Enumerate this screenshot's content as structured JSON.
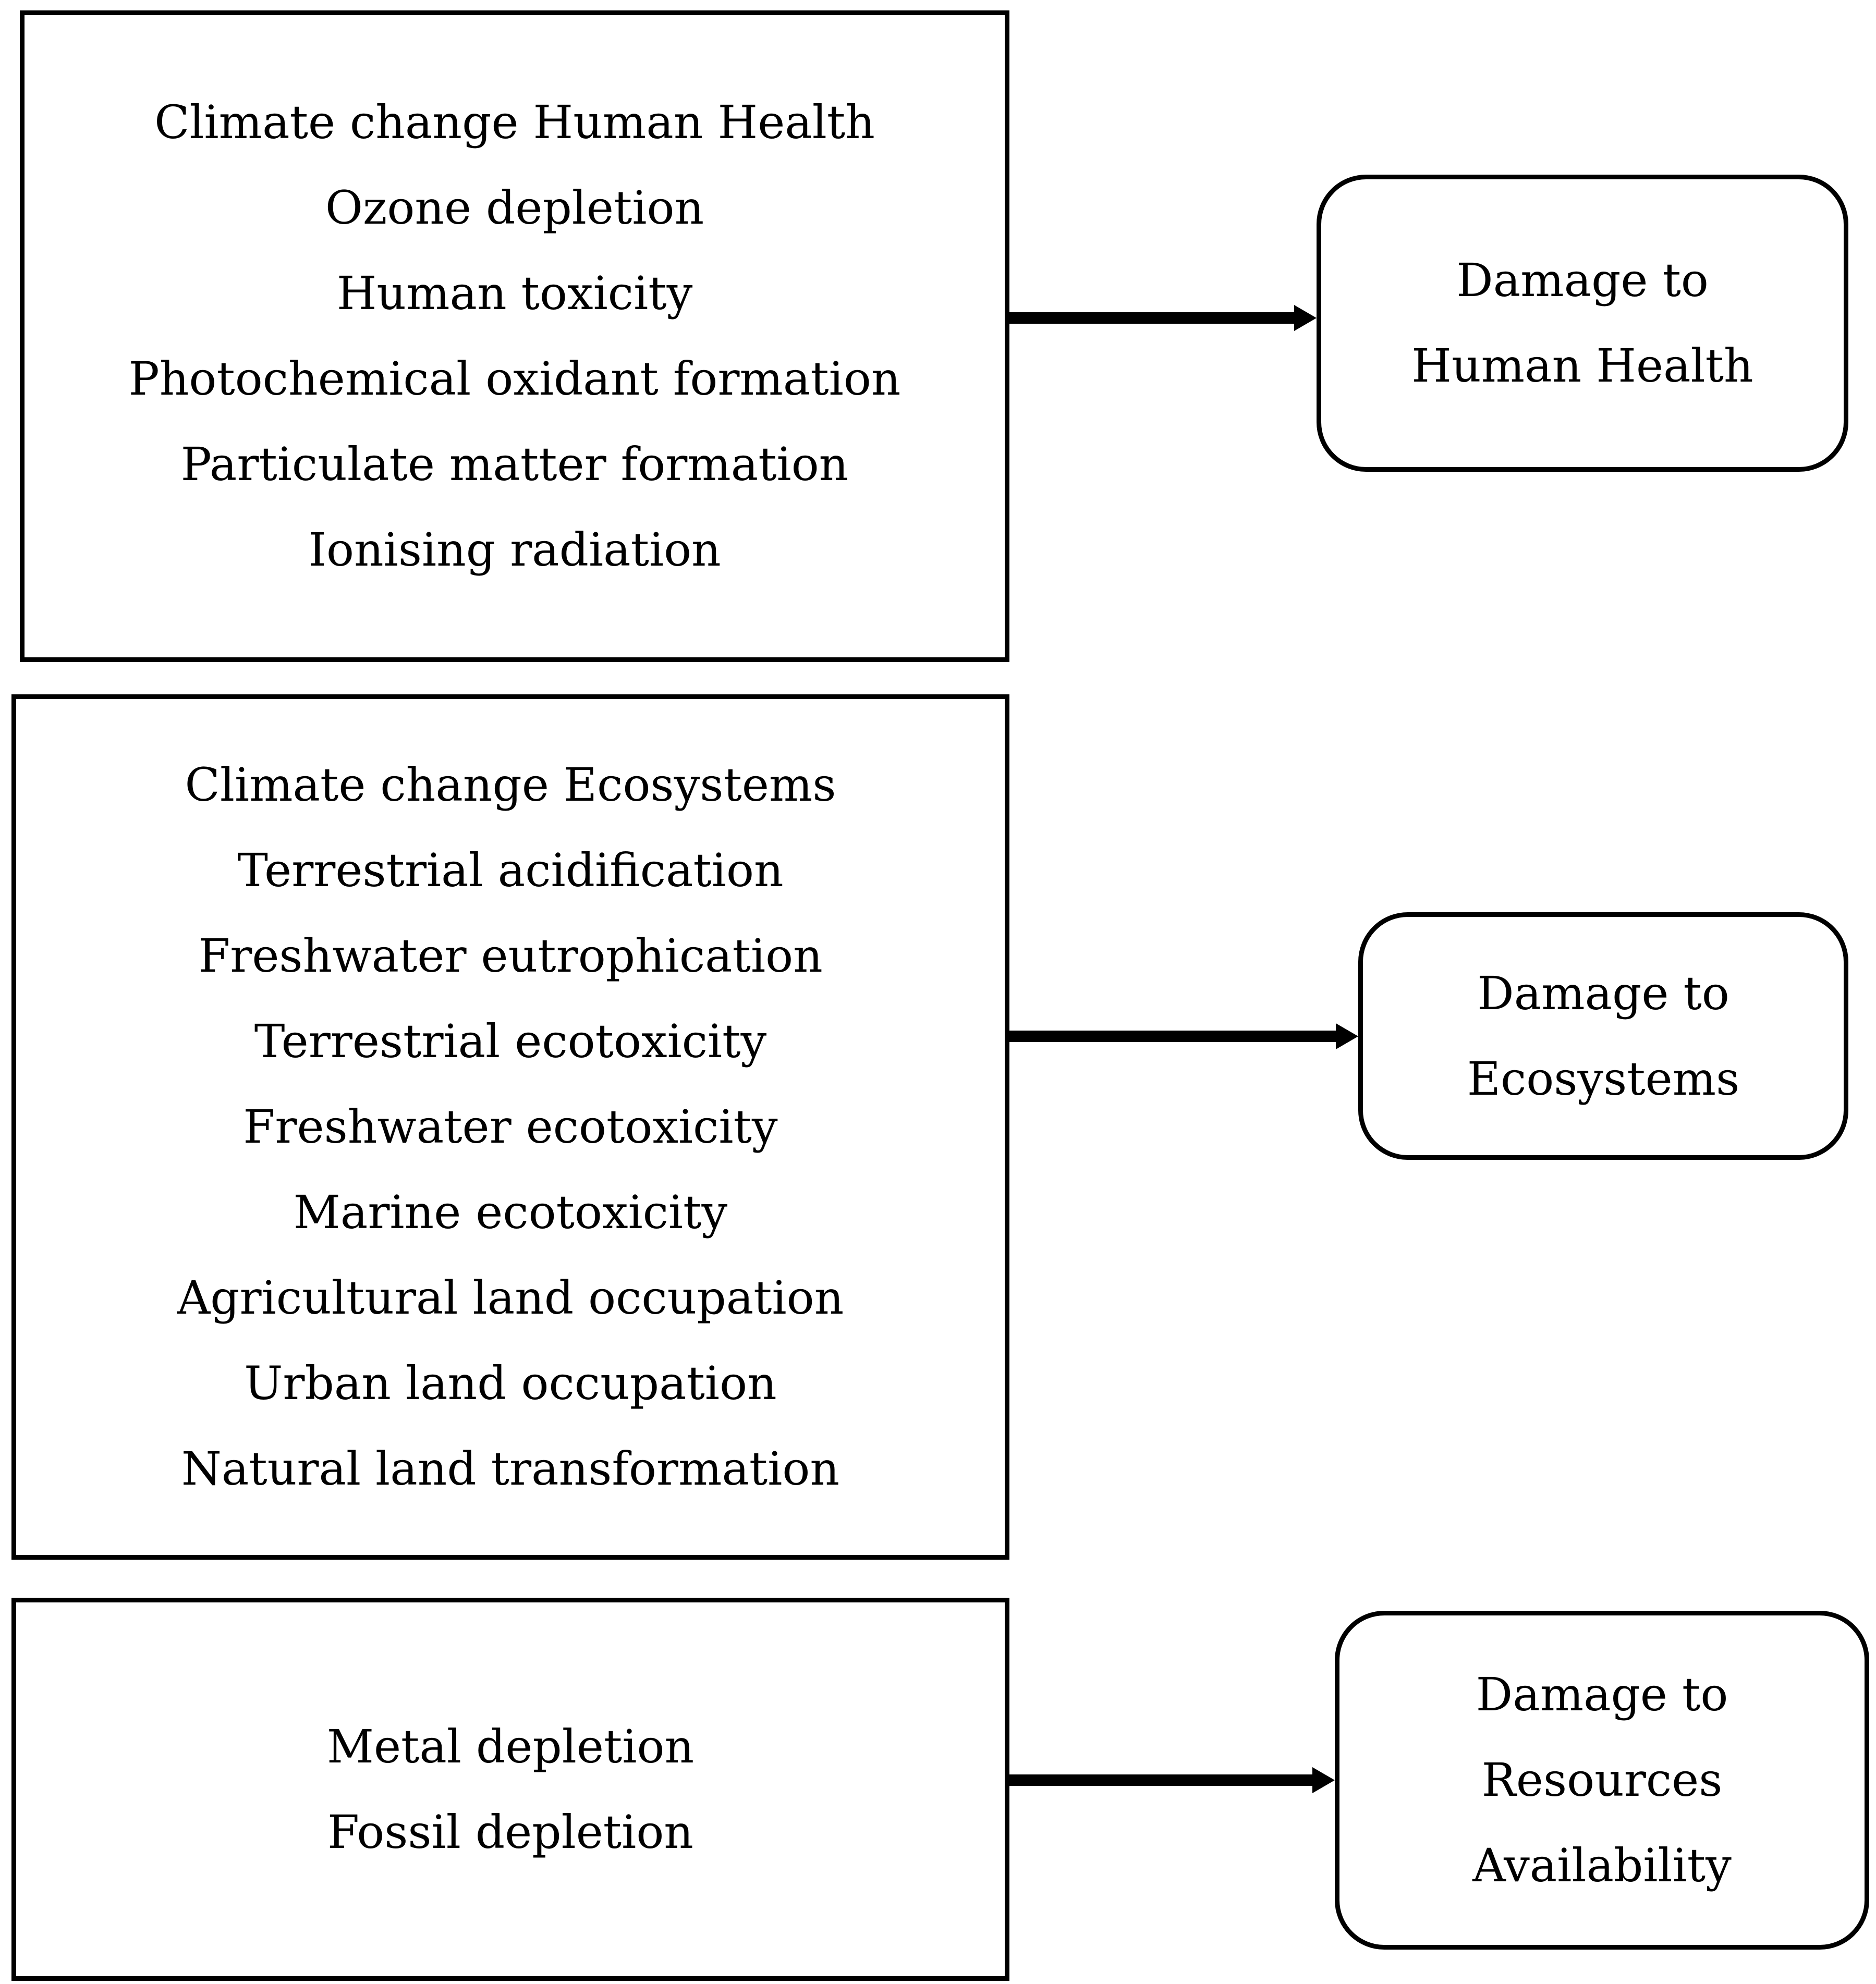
{
  "groups": [
    {
      "categories": [
        "Climate change Human Health",
        "Ozone depletion",
        "Human toxicity",
        "Photochemical oxidant formation",
        "Particulate matter formation",
        "Ionising radiation"
      ],
      "endpoint": [
        "Damage to",
        "Human Health"
      ]
    },
    {
      "categories": [
        "Climate change Ecosystems",
        "Terrestrial acidification",
        "Freshwater eutrophication",
        "Terrestrial ecotoxicity",
        "Freshwater ecotoxicity",
        "Marine ecotoxicity",
        "Agricultural land occupation",
        "Urban land occupation",
        "Natural land transformation"
      ],
      "endpoint": [
        "Damage to",
        "Ecosystems"
      ]
    },
    {
      "categories": [
        "Metal depletion",
        "Fossil depletion"
      ],
      "endpoint": [
        "Damage to",
        "Resources",
        "Availability"
      ]
    }
  ]
}
